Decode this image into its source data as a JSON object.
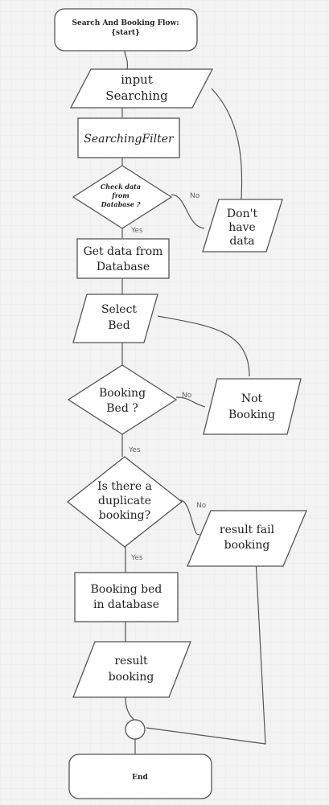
{
  "nodes": {
    "start": {
      "lines": [
        "Search And Booking Flow:",
        "{start}"
      ]
    },
    "input": {
      "lines": [
        "input",
        "Searching"
      ]
    },
    "filter": {
      "lines": [
        "SearchingFilter"
      ]
    },
    "check": {
      "lines": [
        "Check data",
        "from",
        "Database ?"
      ]
    },
    "nodata": {
      "lines": [
        "Don't",
        "have",
        "data"
      ]
    },
    "getdata": {
      "lines": [
        "Get data from",
        "Database"
      ]
    },
    "selectbed": {
      "lines": [
        "Select",
        "Bed"
      ]
    },
    "booking": {
      "lines": [
        "Booking",
        "Bed ?"
      ]
    },
    "notbook": {
      "lines": [
        "Not",
        "Booking"
      ]
    },
    "dup": {
      "lines": [
        "Is there a",
        "duplicate",
        "booking?"
      ]
    },
    "fail": {
      "lines": [
        "result fail",
        "booking"
      ]
    },
    "bookdb": {
      "lines": [
        "Booking bed",
        "in database"
      ]
    },
    "result": {
      "lines": [
        "result",
        "booking"
      ]
    },
    "end": {
      "lines": [
        "End"
      ]
    }
  },
  "edge_labels": {
    "check_no": "No",
    "check_yes": "Yes",
    "booking_no": "No",
    "booking_yes": "Yes",
    "dup_no": "No",
    "dup_yes": "Yes"
  }
}
